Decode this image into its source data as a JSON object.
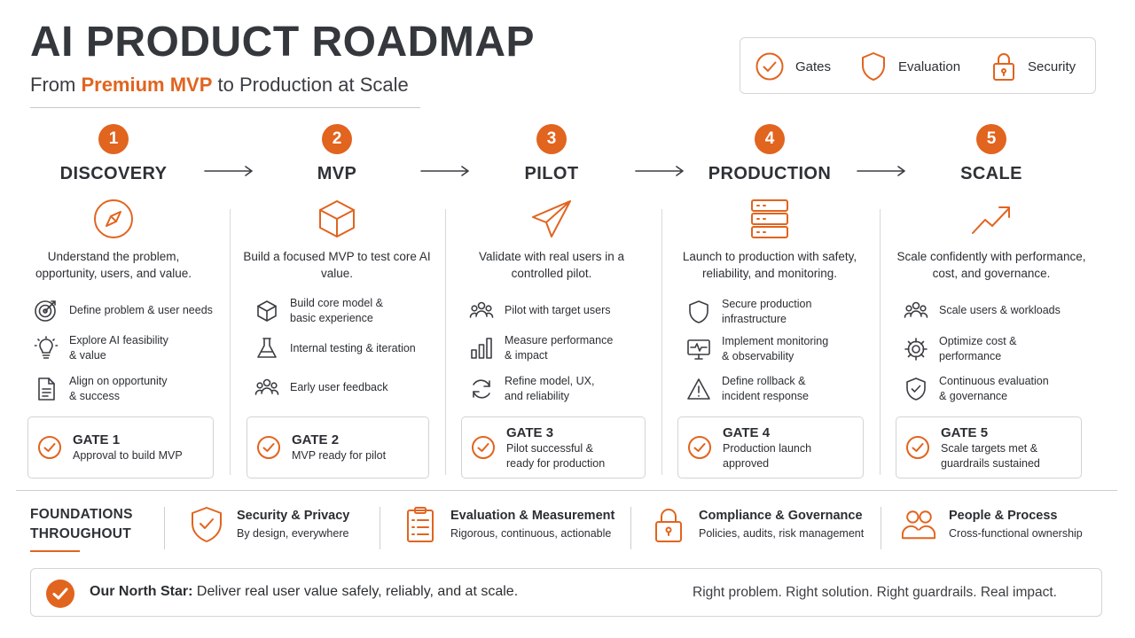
{
  "header": {
    "title": "AI PRODUCT ROADMAP",
    "subtitle_prefix": "From ",
    "subtitle_highlight": "Premium MVP",
    "subtitle_suffix": " to Production at Scale"
  },
  "legend": [
    {
      "icon": "check-circle-icon",
      "label": "Gates"
    },
    {
      "icon": "shield-icon",
      "label": "Evaluation"
    },
    {
      "icon": "lock-icon",
      "label": "Security"
    }
  ],
  "stages": [
    {
      "number": "1",
      "name": "DISCOVERY",
      "icon": "compass-icon",
      "desc": "Understand the problem, opportunity, users, and value.",
      "tasks": [
        {
          "icon": "target-icon",
          "l1": "Define problem & user needs",
          "l2": ""
        },
        {
          "icon": "lightbulb-icon",
          "l1": "Explore AI feasibility",
          "l2": "& value"
        },
        {
          "icon": "document-icon",
          "l1": "Align on opportunity",
          "l2": "& success"
        }
      ],
      "gate": {
        "title": "GATE 1",
        "l1": "Approval to build MVP",
        "l2": ""
      }
    },
    {
      "number": "2",
      "name": "MVP",
      "icon": "cube-icon",
      "desc": "Build a focused MVP to test core AI value.",
      "tasks": [
        {
          "icon": "cube-icon",
          "l1": "Build core model &",
          "l2": "basic experience"
        },
        {
          "icon": "flask-icon",
          "l1": "Internal testing & iteration",
          "l2": ""
        },
        {
          "icon": "users-icon",
          "l1": "Early user feedback",
          "l2": ""
        }
      ],
      "gate": {
        "title": "GATE 2",
        "l1": "MVP ready for pilot",
        "l2": ""
      }
    },
    {
      "number": "3",
      "name": "PILOT",
      "icon": "paper-plane-icon",
      "desc": "Validate with real users in a controlled pilot.",
      "tasks": [
        {
          "icon": "users-icon",
          "l1": "Pilot with target users",
          "l2": ""
        },
        {
          "icon": "bar-chart-icon",
          "l1": "Measure performance",
          "l2": "& impact"
        },
        {
          "icon": "refresh-icon",
          "l1": "Refine model, UX,",
          "l2": "and reliability"
        }
      ],
      "gate": {
        "title": "GATE 3",
        "l1": "Pilot successful &",
        "l2": "ready for production"
      }
    },
    {
      "number": "4",
      "name": "PRODUCTION",
      "icon": "server-icon",
      "desc": "Launch to production with safety, reliability, and monitoring.",
      "tasks": [
        {
          "icon": "shield-icon",
          "l1": "Secure production",
          "l2": "infrastructure"
        },
        {
          "icon": "monitor-icon",
          "l1": "Implement monitoring",
          "l2": "& observability"
        },
        {
          "icon": "warning-icon",
          "l1": "Define rollback &",
          "l2": "incident response"
        }
      ],
      "gate": {
        "title": "GATE 4",
        "l1": "Production launch",
        "l2": "approved"
      }
    },
    {
      "number": "5",
      "name": "SCALE",
      "icon": "trend-up-icon",
      "desc": "Scale confidently with performance, cost, and governance.",
      "tasks": [
        {
          "icon": "users-icon",
          "l1": "Scale users & workloads",
          "l2": ""
        },
        {
          "icon": "gear-icon",
          "l1": "Optimize cost &",
          "l2": "performance"
        },
        {
          "icon": "shield-check-icon",
          "l1": "Continuous evaluation",
          "l2": "& governance"
        }
      ],
      "gate": {
        "title": "GATE 5",
        "l1": "Scale targets met &",
        "l2": "guardrails sustained"
      }
    }
  ],
  "foundations": {
    "title_l1": "FOUNDATIONS",
    "title_l2": "THROUGHOUT",
    "items": [
      {
        "icon": "shield-check-icon",
        "title": "Security & Privacy",
        "desc": "By design, everywhere"
      },
      {
        "icon": "clipboard-icon",
        "title": "Evaluation & Measurement",
        "desc": "Rigorous, continuous, actionable"
      },
      {
        "icon": "lock-icon",
        "title": "Compliance & Governance",
        "desc": "Policies, audits, risk management"
      },
      {
        "icon": "people-icon",
        "title": "People & Process",
        "desc": "Cross-functional ownership"
      }
    ]
  },
  "north_star": {
    "label": "Our North Star:",
    "text": " Deliver real user value safely, reliably, and at scale.",
    "tagline": "Right problem. Right solution. Right guardrails. Real impact."
  },
  "colors": {
    "accent": "#e1641f",
    "text": "#2b2e33",
    "border": "#d4d4d4"
  }
}
